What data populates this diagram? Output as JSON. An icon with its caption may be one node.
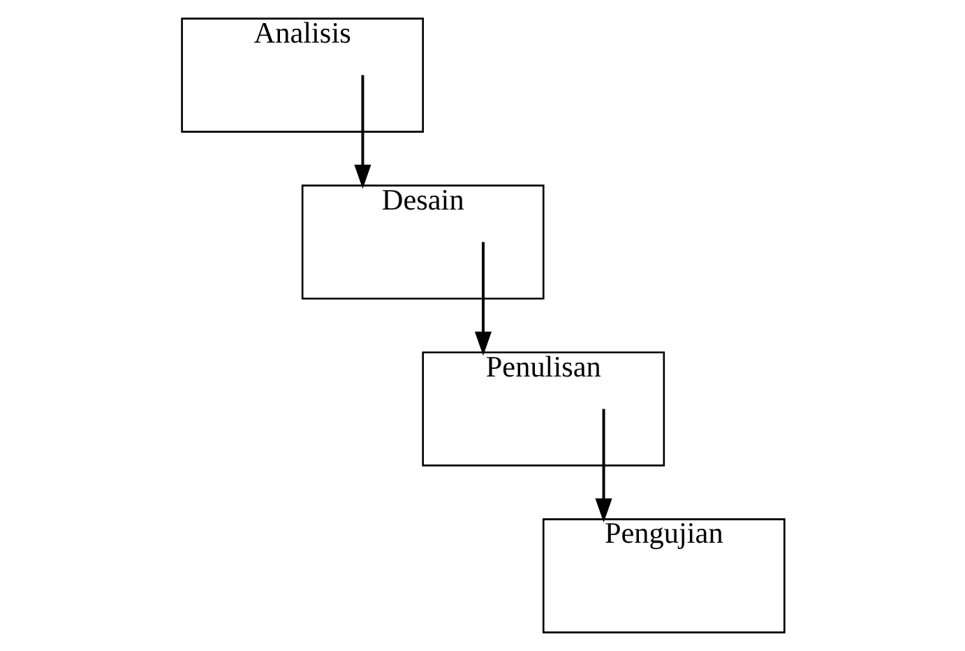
{
  "diagram": {
    "nodes": [
      {
        "text": [
          "Analisis"
        ]
      },
      {
        "text": [
          "Desain"
        ]
      },
      {
        "text": [
          "Penulisan"
        ]
      },
      {
        "text": [
          "Pengujian"
        ]
      }
    ],
    "edges": [
      {
        "from": 0,
        "to": 1,
        "arrow": "to"
      },
      {
        "from": 1,
        "to": 2,
        "arrow": "to"
      },
      {
        "from": 2,
        "to": 3,
        "arrow": "to"
      }
    ]
  }
}
